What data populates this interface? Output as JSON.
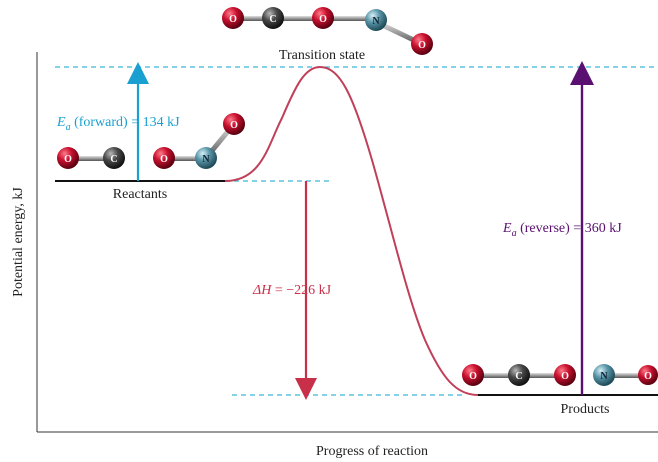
{
  "axes": {
    "ylabel": "Potential energy, kJ",
    "xlabel": "Progress of reaction"
  },
  "states": {
    "reactants": "Reactants",
    "transition": "Transition state",
    "products": "Products"
  },
  "annotations": {
    "ea_forward_symbol": "E",
    "ea_forward_sub": "a",
    "ea_forward_rest": " (forward) = 134 kJ",
    "ea_reverse_symbol": "E",
    "ea_reverse_sub": "a",
    "ea_reverse_rest": " (reverse) = 360 kJ",
    "dh_symbol": "ΔH",
    "dh_rest": " = −226 kJ"
  },
  "atoms": {
    "O": "O",
    "C": "C",
    "N": "N"
  },
  "colors": {
    "curve": "#c0405a",
    "ea_forward": "#1aa0d0",
    "ea_reverse": "#5a1070",
    "delta_h": "#c8304a",
    "dashed": "#3bb8d8",
    "oxygen": "#c8102e",
    "carbon": "#4a4a4a",
    "nitrogen": "#5a96a8"
  }
}
